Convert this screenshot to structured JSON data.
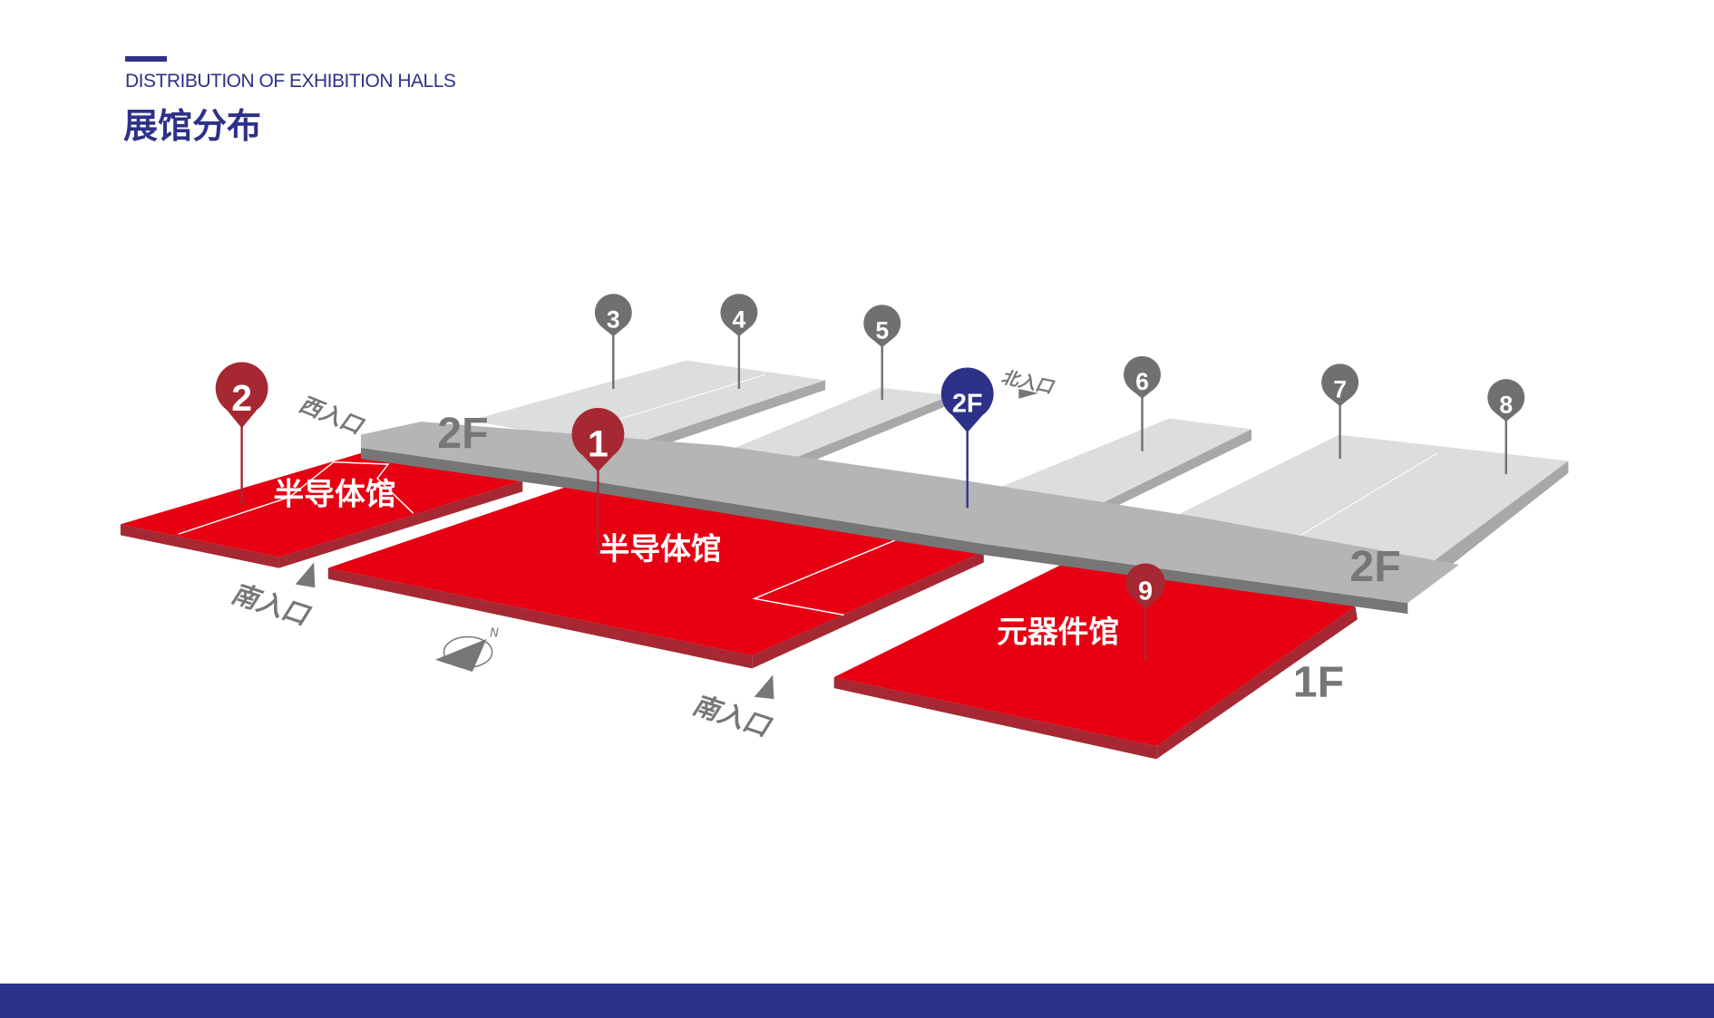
{
  "header": {
    "subtitle": "DISTRIBUTION OF EXHIBITION HALLS",
    "title": "展馆分布"
  },
  "colors": {
    "brand": "#2e3188",
    "hall_red": "#e60012",
    "hall_side": "#a52833",
    "pin_red": "#a52833",
    "pin_grey": "#707070",
    "grey_top": "#dcdddd"
  },
  "halls": {
    "hall_2": {
      "pin": "2",
      "label": "半导体馆"
    },
    "hall_1": {
      "pin": "1",
      "label": "半导体馆"
    },
    "hall_9": {
      "pin": "9",
      "label": "元器件馆"
    },
    "hall_3": {
      "pin": "3"
    },
    "hall_4": {
      "pin": "4"
    },
    "hall_5": {
      "pin": "5"
    },
    "hall_6": {
      "pin": "6"
    },
    "hall_7": {
      "pin": "7"
    },
    "hall_8": {
      "pin": "8"
    },
    "corridor": {
      "pin": "2F"
    }
  },
  "floors": {
    "left_2f": "2F",
    "right_2f": "2F",
    "first": "1F"
  },
  "entrances": {
    "west": "西入口",
    "north": "北入口",
    "south_1": "南入口",
    "south_2": "南入口"
  },
  "compass": {
    "north": "N"
  }
}
